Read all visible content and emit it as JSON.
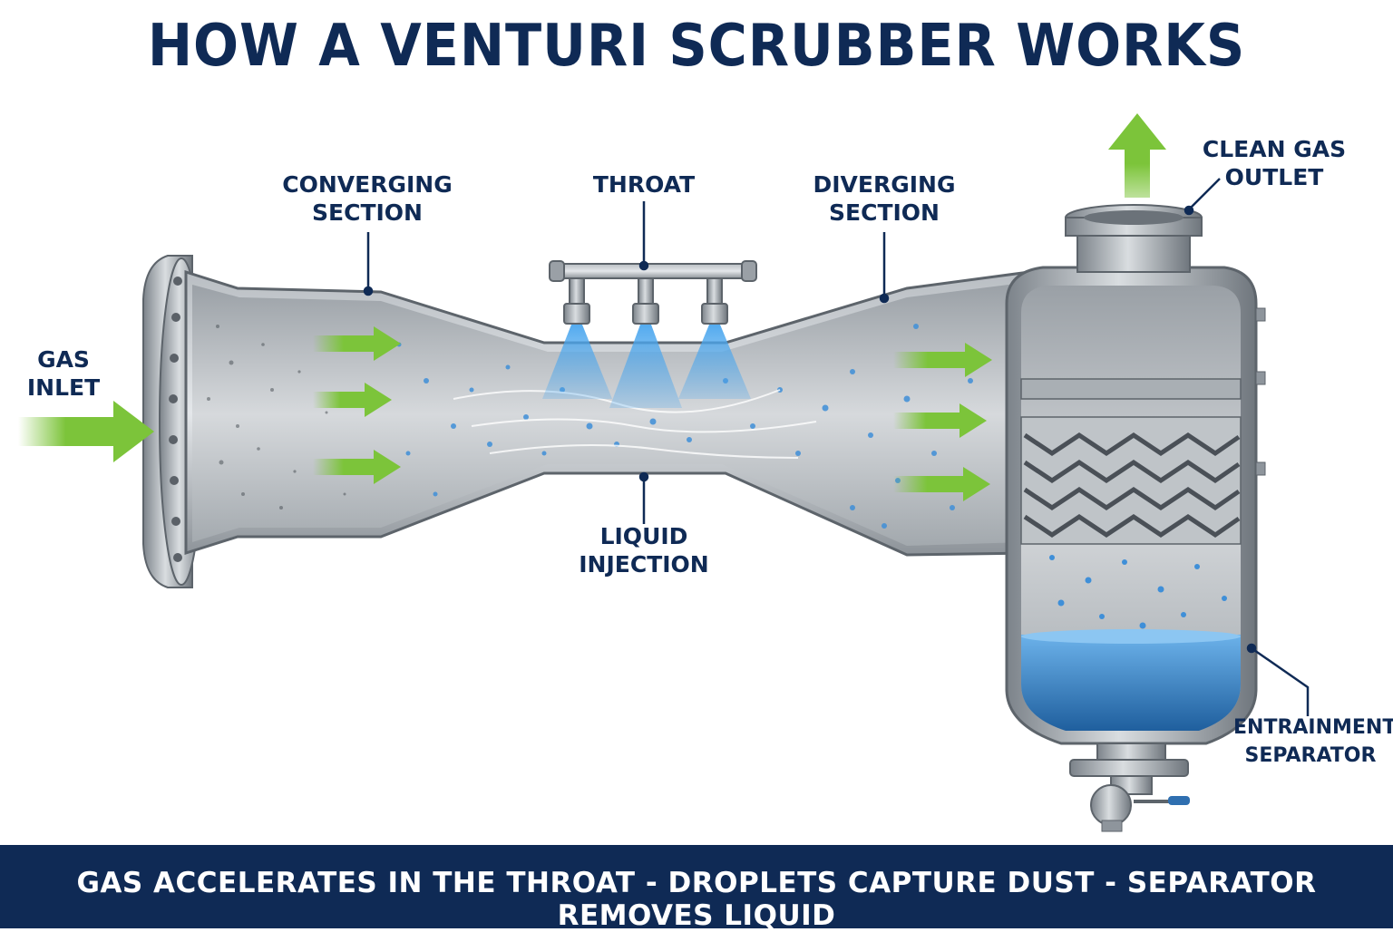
{
  "title": "HOW A VENTURI SCRUBBER WORKS",
  "labels": {
    "gas_inlet": [
      "GAS",
      "INLET"
    ],
    "converging": [
      "CONVERGING",
      "SECTION"
    ],
    "throat": [
      "THROAT"
    ],
    "diverging": [
      "DIVERGING",
      "SECTION"
    ],
    "clean_gas": [
      "CLEAN GAS",
      "OUTLET"
    ],
    "liquid_injection": [
      "LIQUID",
      "INJECTION"
    ],
    "separator": [
      "ENTRAINMENT",
      "SEPARATOR"
    ]
  },
  "footer": "GAS ACCELERATES IN THE THROAT - DROPLETS CAPTURE DUST - SEPARATOR REMOVES LIQUID",
  "colors": {
    "navy": "#0f2a55",
    "arrow_green": "#7cc43a",
    "water_blue": "#3f8fd8",
    "steel": "#8e959c"
  }
}
